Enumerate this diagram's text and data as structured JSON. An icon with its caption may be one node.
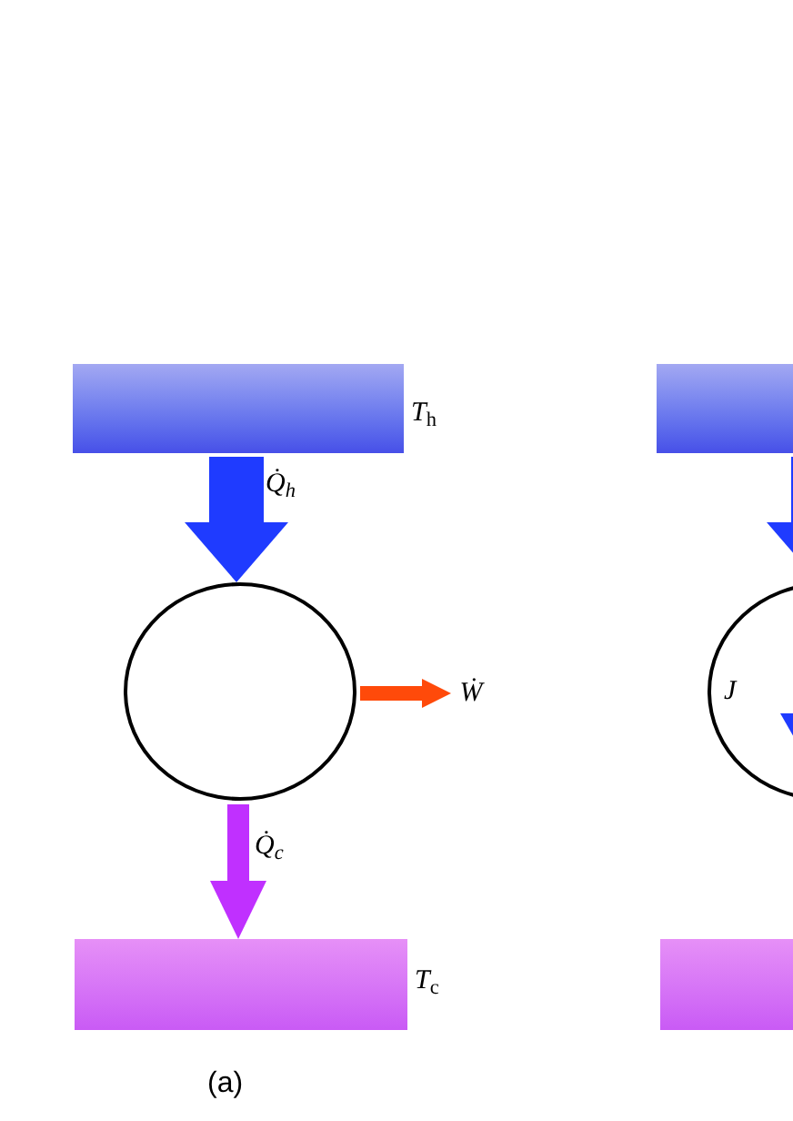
{
  "diagram": {
    "nodes": [
      {
        "text": [],
        "shape": "box",
        "beside": [
          "*T*$_{h}$"
        ]
      },
      {
        "text": [],
        "shape": "circle"
      },
      {
        "text": [],
        "shape": "box",
        "beside": [
          "*T*$_{c}$"
        ]
      },
      {
        "text": [
          "Ẇ"
        ]
      },
      {
        "text": [],
        "shape": "box"
      },
      {
        "text": [
          "J"
        ]
      },
      {
        "text": [],
        "shape": "box"
      }
    ],
    "edges": [
      {
        "from": 0,
        "to": 1,
        "arrow": "to",
        "label": "Q̇$_{h}$",
        "style": "thick",
        "color": "#1f3bff"
      },
      {
        "from": 1,
        "to": 3,
        "arrow": "to",
        "color": "#ff4a0a"
      },
      {
        "from": 1,
        "to": 2,
        "arrow": "to",
        "label": "Q̇$_{c}$",
        "color": "#c030ff"
      },
      {
        "from": 4,
        "to": 5,
        "arrow": "to",
        "style": "thick",
        "color": "#1f3bff"
      }
    ],
    "labels": [
      "(a)"
    ]
  }
}
